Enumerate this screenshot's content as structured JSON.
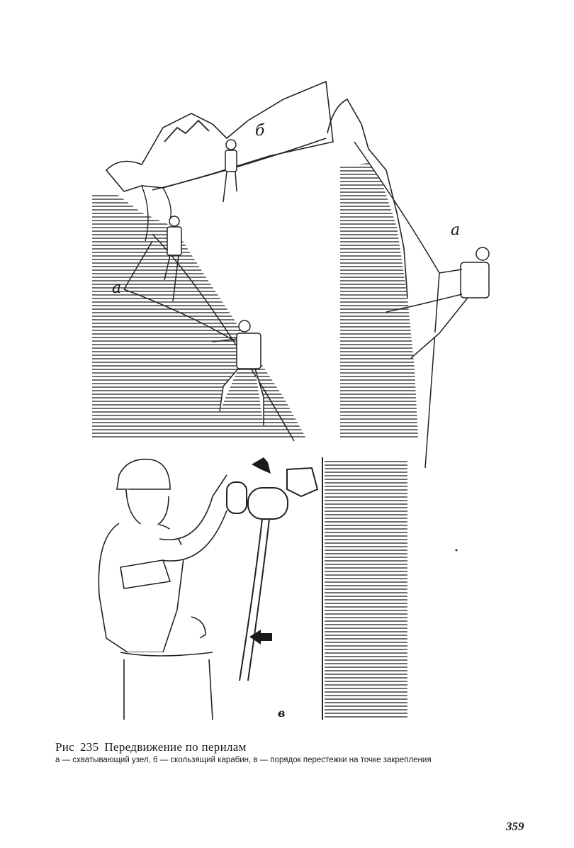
{
  "figure": {
    "label_a_left": "a",
    "label_b": "б",
    "label_a_right": "a",
    "label_v": "в"
  },
  "caption": {
    "prefix": "Рис",
    "number": "235",
    "title": "Передвижение по перилам",
    "legend": "а — схватывающий узел, б — скользящий карабин, в — порядок перестежки на точке закрепления"
  },
  "page_number": "359"
}
